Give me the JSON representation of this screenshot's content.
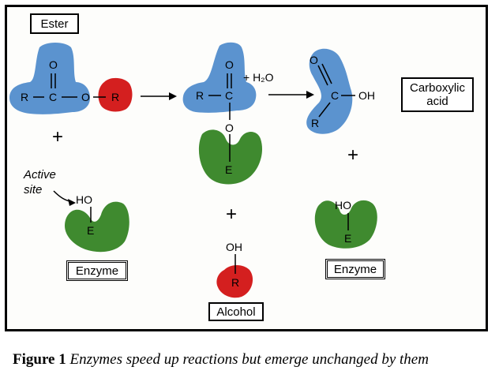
{
  "labels": {
    "ester": "Ester",
    "carboxylic_acid": "Carboxylic acid",
    "enzyme_left": "Enzyme",
    "enzyme_right": "Enzyme",
    "alcohol": "Alcohol",
    "active_site": "Active site"
  },
  "chem": {
    "o": "O",
    "r": "R",
    "c": "C",
    "e": "E",
    "ho": "HO",
    "oh": "OH",
    "water": "+ H₂O"
  },
  "plus": "+",
  "caption": {
    "figure": "Figure 1",
    "text": "Enzymes speed up reactions but emerge unchanged by them"
  },
  "colors": {
    "blue": "#5b93cf",
    "red": "#d41f1f",
    "green": "#3f8a2f",
    "ink": "#000000"
  }
}
